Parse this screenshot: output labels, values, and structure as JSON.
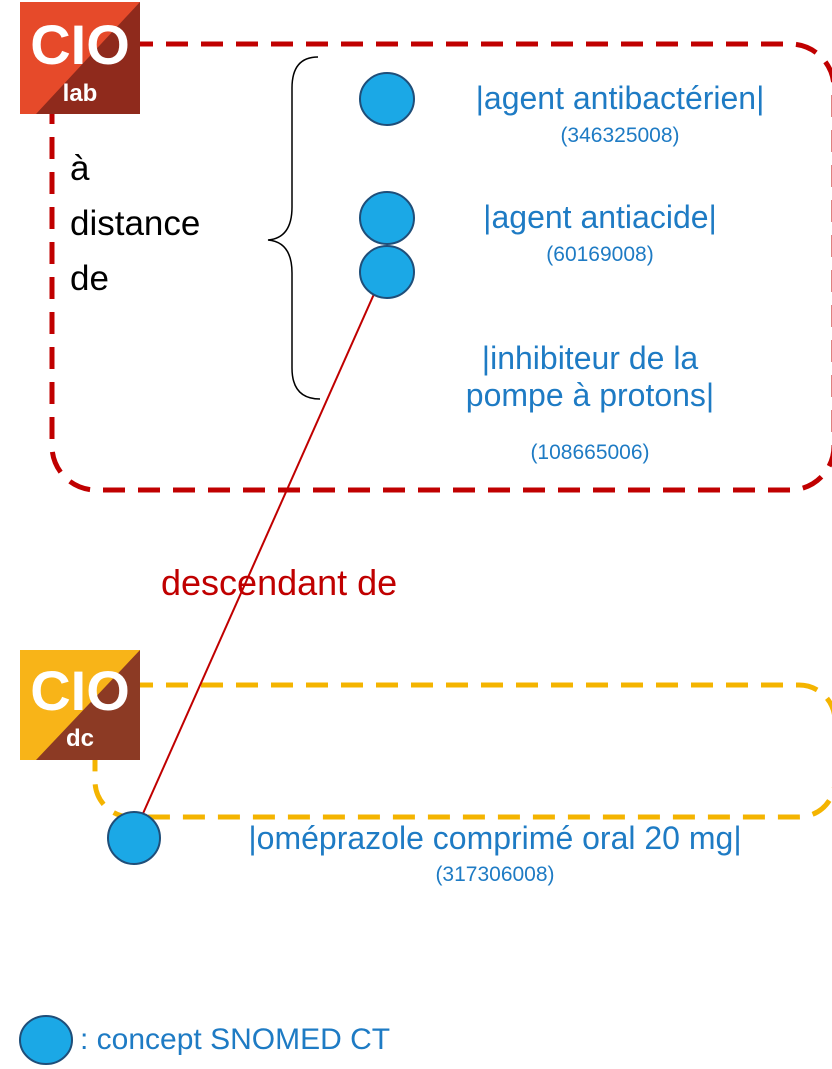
{
  "colors": {
    "lab_border": "#C00000",
    "dc_border": "#F4B400",
    "concept_fill": "#1BA8E6",
    "concept_text": "#1E7BC4",
    "relation_text": "#000000",
    "descendant_text": "#C00000",
    "lab_logo_light": "#E64A2A",
    "lab_logo_dark": "#8F2A1C",
    "dc_logo_light": "#F8B418",
    "dc_logo_dark": "#8C3A24"
  },
  "logos": {
    "lab": {
      "main": "CIO",
      "sub": "lab"
    },
    "dc": {
      "main": "CIO",
      "sub": "dc"
    }
  },
  "lab_group": {
    "relation_line1": "à",
    "relation_line2": "distance",
    "relation_line3": "de",
    "concepts": [
      {
        "label": "|agent antibactérien|",
        "code": "(346325008)"
      },
      {
        "label": "|agent antiacide|",
        "code": "(60169008)"
      },
      {
        "label_line1": "|inhibiteur de la",
        "label_line2": "pompe à protons|",
        "code": "(108665006)"
      }
    ]
  },
  "relationship": {
    "label": "descendant de"
  },
  "dc_group": {
    "concept": {
      "label": "|oméprazole comprimé oral 20 mg|",
      "code": "(317306008)"
    }
  },
  "legend": {
    "text": ": concept SNOMED CT",
    "icon": "circle-icon"
  }
}
